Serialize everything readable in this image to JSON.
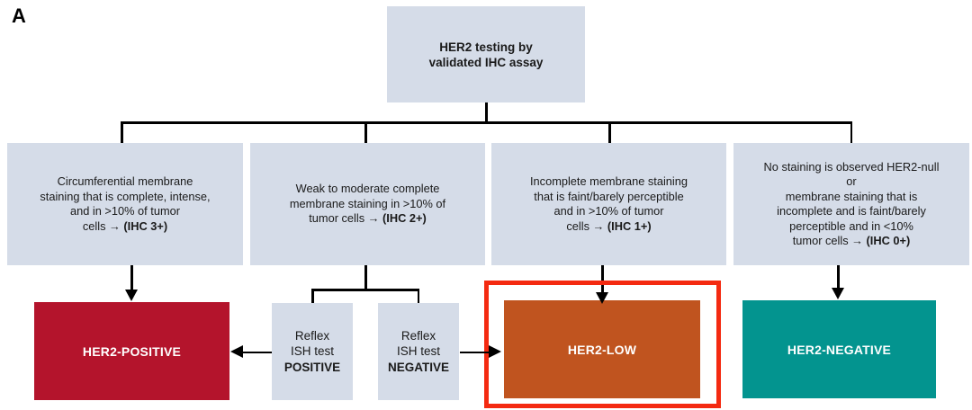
{
  "figure": {
    "panel_label": "A",
    "colors": {
      "criterion_box": "#d5dce8",
      "her2_positive": "#b4142c",
      "her2_low": "#c0541f",
      "her2_negative": "#03948f",
      "highlight_border": "#f42a11",
      "connector": "#000000",
      "background": "#ffffff"
    }
  },
  "root": {
    "label": "HER2 testing by\nvalidated IHC assay"
  },
  "criteria": [
    {
      "id": "ihc3",
      "text": "Circumferential membrane\nstaining that is complete, intense,\nand in >10% of tumor\ncells → ",
      "score": "(IHC 3+)"
    },
    {
      "id": "ihc2",
      "text": "Weak to moderate complete\nmembrane staining in >10% of\ntumor cells → ",
      "score": "(IHC 2+)"
    },
    {
      "id": "ihc1",
      "text": "Incomplete membrane staining\nthat is faint/barely perceptible\nand in >10% of tumor\ncells → ",
      "score": "(IHC 1+)"
    },
    {
      "id": "ihc0",
      "text": "No staining is observed HER2-null\nor\nmembrane staining that is\nincomplete and is faint/barely\nperceptible and in <10%\ntumor cells → ",
      "score": "(IHC 0+)"
    }
  ],
  "reflex": [
    {
      "id": "ish-positive",
      "line1": "Reflex",
      "line2": "ISH test",
      "result": "POSITIVE"
    },
    {
      "id": "ish-negative",
      "line1": "Reflex",
      "line2": "ISH test",
      "result": "NEGATIVE"
    }
  ],
  "outcomes": [
    {
      "id": "her2-positive",
      "label": "HER2-POSITIVE"
    },
    {
      "id": "her2-low",
      "label": "HER2-LOW"
    },
    {
      "id": "her2-negative",
      "label": "HER2-NEGATIVE"
    }
  ]
}
